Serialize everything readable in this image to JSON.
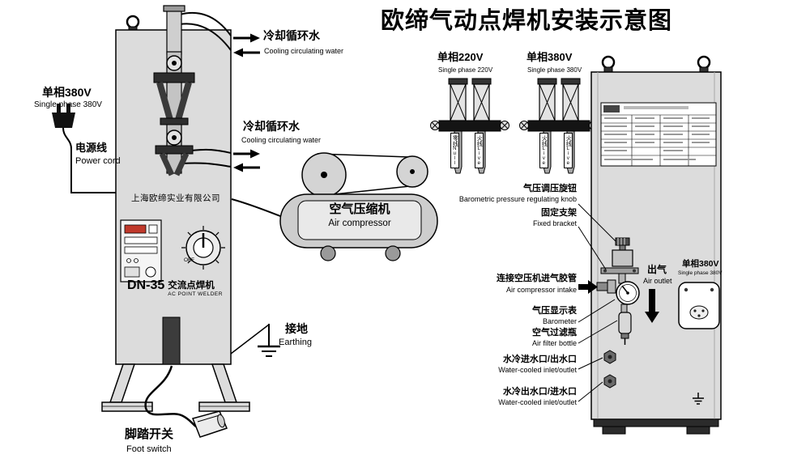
{
  "title": "欧缔气动点焊机安装示意图",
  "welder": {
    "company": "上海欧缔实业有限公司",
    "model": "DN-35",
    "model_type_zh": "交流点焊机",
    "model_type_en": "AC POINT WELDER",
    "knob_off_label": "OFF"
  },
  "power_input": {
    "zh": "单相380V",
    "en": "Single phase 380V"
  },
  "power_cord": {
    "zh": "电源线",
    "en": "Power cord"
  },
  "cooling_water_top": {
    "zh": "冷却循环水",
    "en": "Cooling circulating water"
  },
  "cooling_water_mid": {
    "zh": "冷却循环水",
    "en": "Cooling circulating water"
  },
  "earthing": {
    "zh": "接地",
    "en": "Earthing"
  },
  "foot_switch": {
    "zh": "脚踏开关",
    "en": "Foot switch"
  },
  "compressor": {
    "zh": "空气压缩机",
    "en": "Air compressor"
  },
  "plug_220": {
    "zh": "单相220V",
    "en": "Single phase 220V",
    "pins": [
      {
        "zh": "零线",
        "en": "Null"
      },
      {
        "zh": "火线",
        "en": "Live"
      }
    ]
  },
  "plug_380": {
    "zh": "单相380V",
    "en": "Single phase 380V",
    "pins": [
      {
        "zh": "火线",
        "en": "Live"
      },
      {
        "zh": "火线",
        "en": "Live"
      }
    ]
  },
  "callouts": {
    "regulator": {
      "zh": "气压调压旋钮",
      "en": "Barometric pressure regulating knob"
    },
    "bracket": {
      "zh": "固定支架",
      "en": "Fixed bracket"
    },
    "intake": {
      "zh": "连接空压机进气胶管",
      "en": "Air compressor intake"
    },
    "barometer": {
      "zh": "气压显示表",
      "en": "Barometer"
    },
    "filter": {
      "zh": "空气过滤瓶",
      "en": "Air filter bottle"
    },
    "water_in": {
      "zh": "水冷进水口/出水口",
      "en": "Water-cooled inlet/outlet"
    },
    "water_out": {
      "zh": "水冷出水口/进水口",
      "en": "Water-cooled inlet/outlet"
    }
  },
  "air_outlet": {
    "zh": "出气",
    "en": "Air outlet"
  },
  "rear_socket": {
    "zh": "单相380V",
    "en": "Single phase 380V"
  },
  "colors": {
    "machine_gray": "#dcdcdc",
    "dark": "#111111",
    "line": "#000000"
  }
}
